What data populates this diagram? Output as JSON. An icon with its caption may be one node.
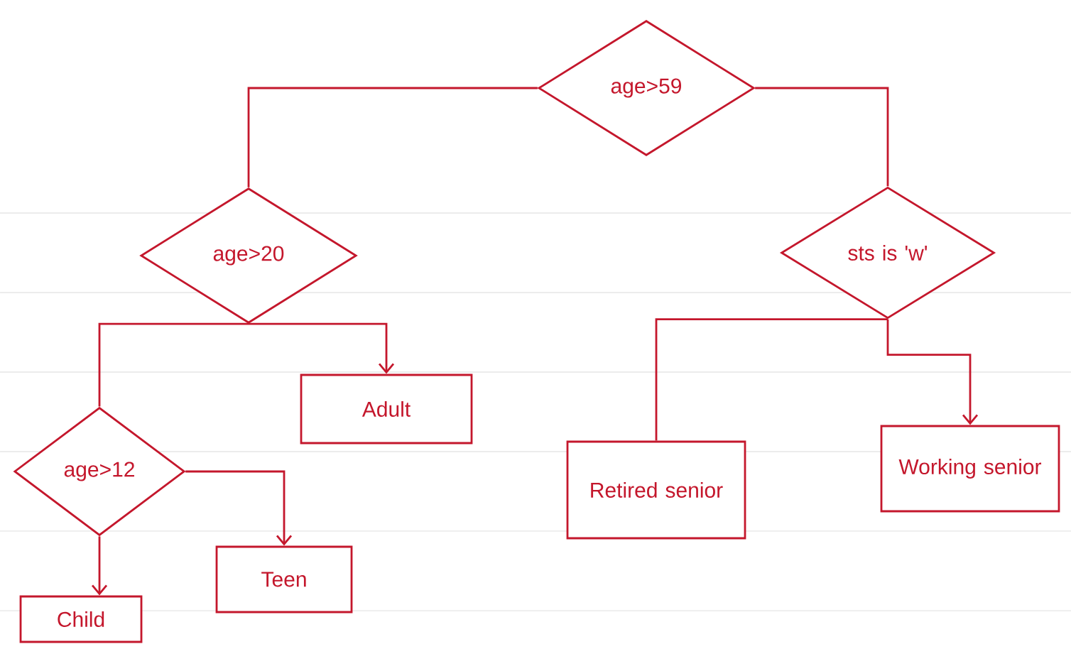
{
  "diagram": {
    "nodes": [
      {
        "text": [
          "age>59"
        ]
      },
      {
        "text": [
          "age>20"
        ]
      },
      {
        "text": [
          "sts is 'w'"
        ]
      },
      {
        "text": [
          "Adult"
        ]
      },
      {
        "text": [
          "Retired senior"
        ]
      },
      {
        "text": [
          "Working senior"
        ]
      },
      {
        "text": [
          "age>12"
        ]
      },
      {
        "text": [
          "Teen"
        ]
      },
      {
        "text": [
          "Child"
        ]
      }
    ],
    "edges": [
      {
        "from": 0,
        "to": 1,
        "arrow": "none"
      },
      {
        "from": 0,
        "to": 2,
        "arrow": "none"
      },
      {
        "from": 1,
        "to": 3,
        "arrow": "to"
      },
      {
        "from": 1,
        "to": 6,
        "arrow": "none"
      },
      {
        "from": 2,
        "to": 4,
        "arrow": "none"
      },
      {
        "from": 2,
        "to": 5,
        "arrow": "to"
      },
      {
        "from": 6,
        "to": 7,
        "arrow": "to"
      },
      {
        "from": 6,
        "to": 8,
        "arrow": "to"
      }
    ]
  }
}
